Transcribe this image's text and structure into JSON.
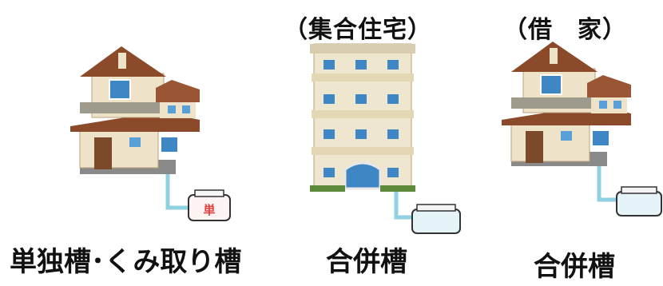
{
  "headings": {
    "apartment": "（集合住宅）",
    "rental": "（借　家）"
  },
  "captions": {
    "single_house": "単独槽･くみ取り槽",
    "apartment": "合併槽",
    "rental": "合併槽"
  },
  "tank_labels": {
    "single_tank_mark": "単"
  },
  "colors": {
    "roof": "#8b4a2a",
    "wall": "#eee2c9",
    "pipe": "#8fd1e0",
    "tank_red": "#e04040",
    "tank_blue": "#2a6f8f"
  }
}
